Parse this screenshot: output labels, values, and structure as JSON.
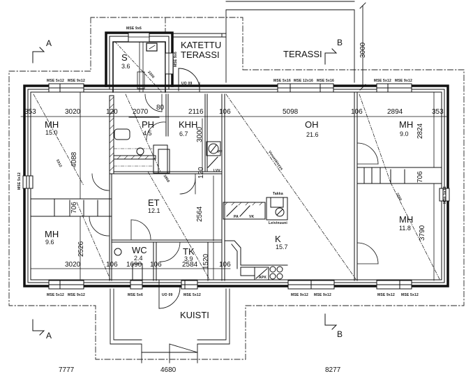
{
  "drawing": {
    "type": "floor-plan",
    "section_markers": [
      "A",
      "A",
      "B",
      "B"
    ],
    "exterior_areas": {
      "covered_terrace": "KATETTU\nTERASSI",
      "covered_terrace_line1": "KATETTU",
      "covered_terrace_line2": "TERASSI",
      "terrace": "TERASSI",
      "porch": "KUISTI"
    },
    "rooms": [
      {
        "code": "S",
        "area": "3.6"
      },
      {
        "code": "PH",
        "area": "4.5"
      },
      {
        "code": "KHH",
        "area": "6.7"
      },
      {
        "code": "MH",
        "area": "15.0"
      },
      {
        "code": "OH",
        "area": "21.6"
      },
      {
        "code": "MH",
        "area": "9.0"
      },
      {
        "code": "ET",
        "area": "12.1"
      },
      {
        "code": "MH",
        "area": "9.6"
      },
      {
        "code": "WC",
        "area": "2.4"
      },
      {
        "code": "TK",
        "area": "3.9"
      },
      {
        "code": "K",
        "area": "15.7"
      },
      {
        "code": "MH",
        "area": "11.8"
      }
    ],
    "dimensions_top_row": [
      "353",
      "3020",
      "120",
      "2070",
      "80",
      "2116",
      "106",
      "5098",
      "106",
      "2894",
      "353"
    ],
    "dimensions_bottom_row": [
      "3020",
      "106",
      "1690",
      "106",
      "2584",
      "106"
    ],
    "dimensions_vertical": [
      "4088",
      "3000",
      "2564",
      "2526",
      "1520",
      "120",
      "2824",
      "706",
      "3790",
      "706",
      "3000"
    ],
    "terrace_depth": "3000",
    "diagonals": [
      "2300",
      "5312",
      "2850",
      "2250"
    ],
    "diagonal_label_oh": "Vinoetäisyys",
    "bottom_cut_dimensions": [
      "7777",
      "4680",
      "8277"
    ],
    "windows": {
      "sauna_top": "MSE 9x6",
      "top_left": [
        "MSE 5x12",
        "MSE 9x12"
      ],
      "top_middle": [
        "MSE 5x16",
        "MSE 12x16",
        "MSE 5x16"
      ],
      "top_right": [
        "MSE 5x12",
        "MSE 9x12"
      ],
      "sauna_side": "MSE 9x6",
      "left_side": "MSE 5x12",
      "right_side": "MSE 5x12",
      "bottom_left": [
        "MSE 5x12",
        "MSE 9x12"
      ],
      "bottom_wc": "MSE 5x6",
      "bottom_tk": "MSE 5x12",
      "bottom_kitchen": [
        "MSE 9x12",
        "MSE 9x12"
      ],
      "bottom_right": [
        "MSE 9x12",
        "MSE 5x12"
      ]
    },
    "doors": {
      "terrace_door": "UO 09",
      "porch_door": "UO 09"
    },
    "fixtures": {
      "fireplace": "Takka",
      "bake_oven": "Leivinuuni",
      "pa": "PA",
      "vk": "VK",
      "lvv": "LVV",
      "pp": "PP",
      "apk": "APK"
    }
  }
}
